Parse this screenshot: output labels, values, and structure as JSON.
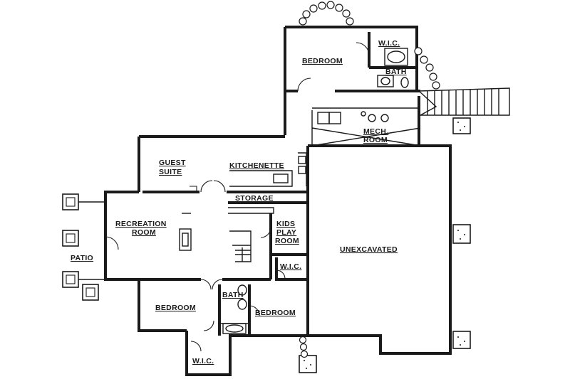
{
  "rooms": {
    "bedroom_upper": "BEDROOM",
    "wic_upper": "W.I.C.",
    "bath_upper": "BATH",
    "mech_room_line1": "MECH.",
    "mech_room_line2": "ROOM",
    "guest_suite_line1": "GUEST",
    "guest_suite_line2": "SUITE",
    "kitchenette": "KITCHENETTE",
    "storage": "STORAGE",
    "recreation_room_line1": "RECREATION",
    "recreation_room_line2": "ROOM",
    "kids_play_room_line1": "KIDS",
    "kids_play_room_line2": "PLAY",
    "kids_play_room_line3": "ROOM",
    "wic_middle": "W.I.C.",
    "unexcavated": "UNEXCAVATED",
    "patio": "PATIO",
    "bedroom_lower_left": "BEDROOM",
    "bath_lower": "BATH",
    "bedroom_lower_right": "BEDROOM",
    "wic_lower": "W.I.C."
  }
}
